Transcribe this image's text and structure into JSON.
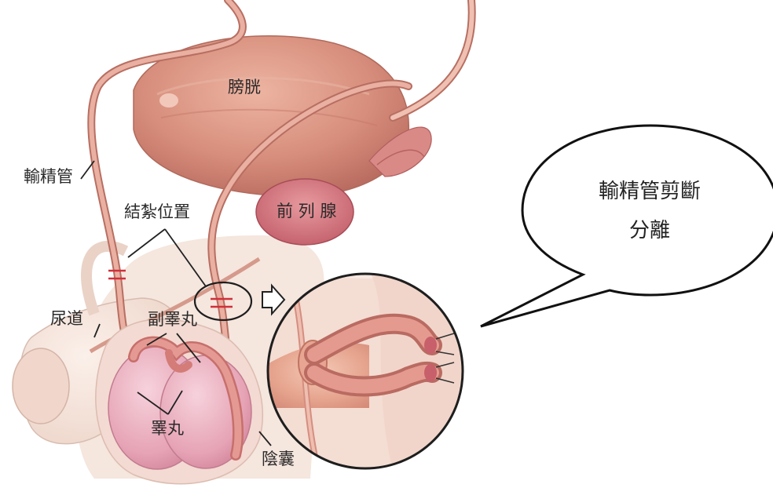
{
  "labels": {
    "bladder": "膀胱",
    "vas_deferens": "輸精管",
    "ligation_site": "結紮位置",
    "prostate": "前 列 腺",
    "urethra": "尿道",
    "epididymis": "副睪丸",
    "testis": "睪丸",
    "scrotum": "陰囊"
  },
  "callout": {
    "line1": "輸精管剪斷",
    "line2": "分離"
  },
  "colors": {
    "tissue_dark": "#c9766a",
    "tissue_mid": "#e3a392",
    "tissue_light": "#f3cdbf",
    "skin": "#f6e3da",
    "testis": "#e9a8b8",
    "ligature": "#d0303a"
  }
}
